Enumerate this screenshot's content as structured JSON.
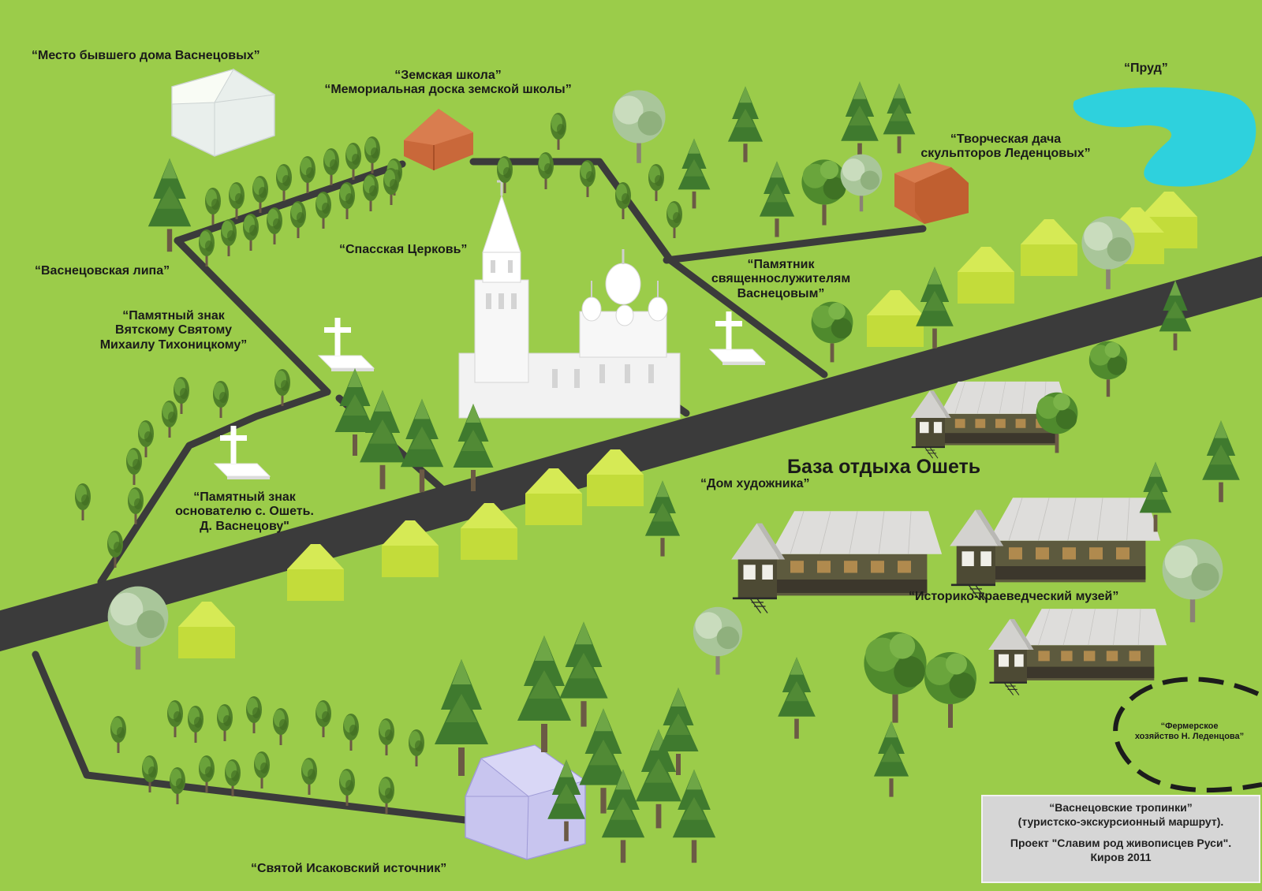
{
  "map": {
    "title": "База отдыха Ошеть",
    "colors": {
      "grass": "#9bcc4a",
      "path": "#3b3b3b",
      "pond": "#2ed1dd",
      "school": "#c9683a",
      "house_light": "#c6df3c",
      "tree": "#5e8f2e",
      "church": "#f4f4f4",
      "spring": "#c6c3ee"
    },
    "labels": {
      "vasnetsov_house": "“Место бывшего дома Васнецовых”",
      "school_l1": "“Земская школа”",
      "school_l2": "“Мемориальная доска земской школы”",
      "pond": "“Пруд”",
      "dacha_l1": "“Творческая дача",
      "dacha_l2": "скульпторов Леденцовых”",
      "linden": "“Васнецовская липа”",
      "church": "“Спасская Церковь”",
      "clergy_l1": "“Памятник",
      "clergy_l2": "священнослужителям",
      "clergy_l3": "Васнецовым”",
      "mikhail_l1": "“Памятный знак",
      "mikhail_l2": "Вятскому Святому",
      "mikhail_l3": "Михаилу Тихоницкому”",
      "founder_l1": "“Памятный знак",
      "founder_l2": "основателю с. Ошеть.",
      "founder_l3": "Д. Васнецову\"",
      "artist": "“Дом художника”",
      "museum": "“Историко-краеведческий музей”",
      "farm_l1": "“Фермерское",
      "farm_l2": "хозяйство Н. Леденцова”",
      "spring": "“Святой Исаковский источник”"
    },
    "icons": [
      "cross-icon",
      "house-icon",
      "church-icon",
      "tree-icon",
      "pond-icon",
      "cabin-icon"
    ]
  },
  "info": {
    "line1": "“Васнецовские тропинки”",
    "line2": "(туристско-экскурсионный маршрут).",
    "line3": "Проект \"Славим род живописцев Руси\".",
    "line4": "Киров 2011"
  }
}
